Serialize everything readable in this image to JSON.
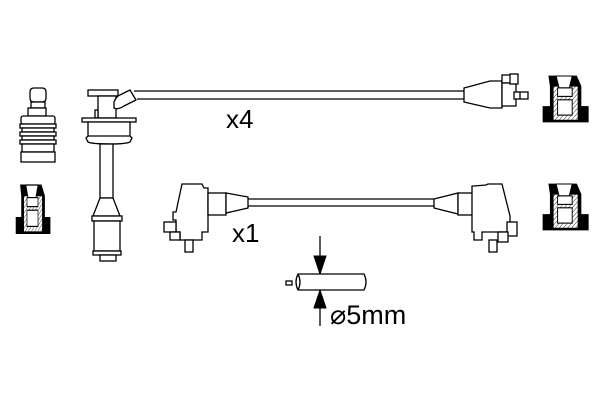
{
  "diagram": {
    "type": "ignition-cable-set-technical-drawing",
    "background": "#ffffff",
    "line_color": "#000000",
    "labels": {
      "long_lead_quantity": "x4",
      "short_lead_quantity": "x1",
      "cable_diameter": "⌀5mm"
    },
    "components": [
      {
        "name": "spark-plug-connector",
        "position": "left-top"
      },
      {
        "name": "boot-cap",
        "position": "left-middle"
      },
      {
        "name": "coil-on-plug-lead",
        "position": "left-vertical",
        "quantity": "x4"
      },
      {
        "name": "distributor-connector",
        "position": "right-top"
      },
      {
        "name": "coil-lead",
        "position": "center",
        "quantity": "x1"
      },
      {
        "name": "boot-cap",
        "position": "right-top"
      },
      {
        "name": "boot-cap",
        "position": "right-middle"
      },
      {
        "name": "cable-cross-section",
        "position": "bottom-center",
        "diameter": "5mm"
      }
    ]
  }
}
